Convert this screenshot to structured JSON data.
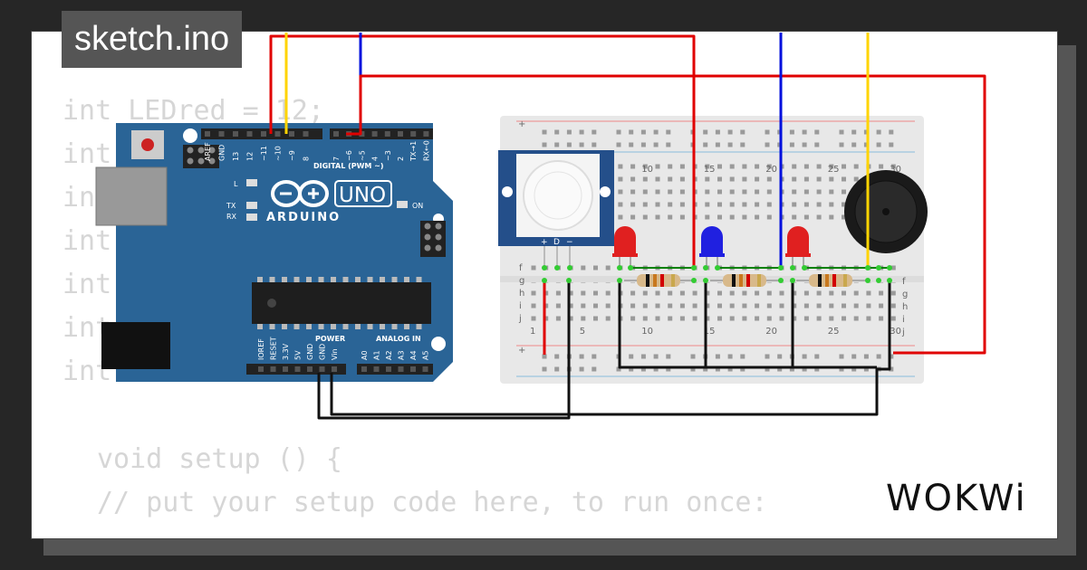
{
  "tab": {
    "title": "sketch.ino"
  },
  "code": {
    "lines": [
      "int LEDred = 12;",
      "int",
      "in",
      "int",
      "int",
      "int",
      "int",
      "void setup () {",
      "// put your setup code here, to run once:"
    ]
  },
  "arduino": {
    "brand": "ARDUINO",
    "model": "UNO",
    "label_digital": "DIGITAL (PWM ~)",
    "label_power": "POWER",
    "label_analog": "ANALOG IN",
    "label_l": "L",
    "label_tx": "TX",
    "label_rx": "RX",
    "label_on": "ON",
    "digital_pins": [
      "AREF",
      "GND",
      "13",
      "12",
      "~11",
      "~10",
      "~9",
      "8",
      "7",
      "~6",
      "~5",
      "4",
      "~3",
      "2",
      "TX→1",
      "RX←0"
    ],
    "power_pins": [
      "IOREF",
      "RESET",
      "3.3V",
      "5V",
      "GND",
      "GND",
      "Vin"
    ],
    "analog_pins": [
      "A0",
      "A1",
      "A2",
      "A3",
      "A4",
      "A5"
    ]
  },
  "breadboard": {
    "col_numbers": [
      "1",
      "5",
      "10",
      "15",
      "20",
      "25",
      "30"
    ],
    "row_letters": [
      "f",
      "g",
      "h",
      "i",
      "j"
    ],
    "pir_labels": [
      "+",
      "D",
      "−"
    ]
  },
  "components": {
    "leds": [
      {
        "color": "#e02020"
      },
      {
        "color": "#2020e0"
      },
      {
        "color": "#e02020"
      }
    ],
    "resistor_count": 3,
    "buzzer": "piezo"
  },
  "colors": {
    "arduino_board": "#2a6496",
    "wire_red": "#e00000",
    "wire_yellow": "#ffd400",
    "wire_blue": "#0010dd",
    "wire_black": "#111111",
    "wire_green": "#008000"
  },
  "logo": {
    "text": "WOKWi"
  }
}
